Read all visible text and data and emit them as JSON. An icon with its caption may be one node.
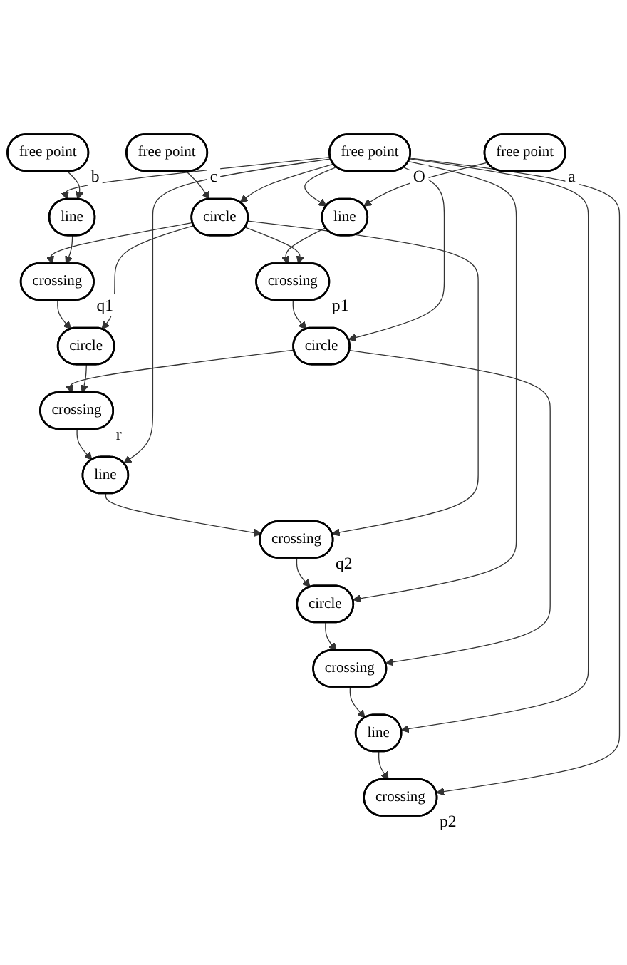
{
  "diagram": {
    "nodes": [
      {
        "text": [
          "free point"
        ],
        "beside": [
          "c"
        ]
      },
      {
        "text": [
          "free point"
        ],
        "beside": [
          "O"
        ]
      },
      {
        "text": [
          "free point"
        ],
        "beside": [
          "a"
        ]
      },
      {
        "text": [
          "free point"
        ],
        "beside": [
          "b"
        ]
      },
      {
        "text": [
          "circle"
        ]
      },
      {
        "text": [
          "line"
        ]
      },
      {
        "text": [
          "line"
        ]
      },
      {
        "text": [
          "crossing"
        ],
        "beside": [
          "p1"
        ]
      },
      {
        "text": [
          "crossing"
        ],
        "beside": [
          "q1"
        ]
      },
      {
        "text": [
          "circle"
        ]
      },
      {
        "text": [
          "circle"
        ]
      },
      {
        "text": [
          "crossing"
        ],
        "beside": [
          "r"
        ]
      },
      {
        "text": [
          "line"
        ]
      },
      {
        "text": [
          "crossing"
        ],
        "beside": [
          "q2"
        ]
      },
      {
        "text": [
          "circle"
        ]
      },
      {
        "text": [
          "crossing"
        ]
      },
      {
        "text": [
          "line"
        ]
      },
      {
        "text": [
          "crossing"
        ],
        "beside": [
          "p2"
        ]
      }
    ],
    "edges": [
      {
        "from": 0,
        "to": 4,
        "arrow": "to"
      },
      {
        "from": 1,
        "to": 4,
        "arrow": "to"
      },
      {
        "from": 1,
        "to": 5,
        "arrow": "to"
      },
      {
        "from": 1,
        "to": 6,
        "arrow": "to"
      },
      {
        "from": 2,
        "to": 5,
        "arrow": "to"
      },
      {
        "from": 3,
        "to": 6,
        "arrow": "to"
      },
      {
        "from": 5,
        "to": 7,
        "arrow": "to"
      },
      {
        "from": 4,
        "to": 7,
        "arrow": "to"
      },
      {
        "from": 4,
        "to": 8,
        "arrow": "to"
      },
      {
        "from": 6,
        "to": 8,
        "arrow": "to"
      },
      {
        "from": 7,
        "to": 9,
        "arrow": "to"
      },
      {
        "from": 1,
        "to": 9,
        "arrow": "to"
      },
      {
        "from": 8,
        "to": 10,
        "arrow": "to"
      },
      {
        "from": 4,
        "to": 10,
        "arrow": "to"
      },
      {
        "from": 9,
        "to": 11,
        "arrow": "to"
      },
      {
        "from": 10,
        "to": 11,
        "arrow": "to"
      },
      {
        "from": 11,
        "to": 12,
        "arrow": "to"
      },
      {
        "from": 1,
        "to": 12,
        "arrow": "to"
      },
      {
        "from": 12,
        "to": 13,
        "arrow": "to"
      },
      {
        "from": 4,
        "to": 13,
        "arrow": "to"
      },
      {
        "from": 13,
        "to": 14,
        "arrow": "to"
      },
      {
        "from": 1,
        "to": 14,
        "arrow": "to"
      },
      {
        "from": 14,
        "to": 15,
        "arrow": "to"
      },
      {
        "from": 9,
        "to": 15,
        "arrow": "to"
      },
      {
        "from": 15,
        "to": 16,
        "arrow": "to"
      },
      {
        "from": 1,
        "to": 16,
        "arrow": "to"
      },
      {
        "from": 16,
        "to": 17,
        "arrow": "to"
      },
      {
        "from": 1,
        "to": 17,
        "arrow": "to"
      }
    ]
  }
}
